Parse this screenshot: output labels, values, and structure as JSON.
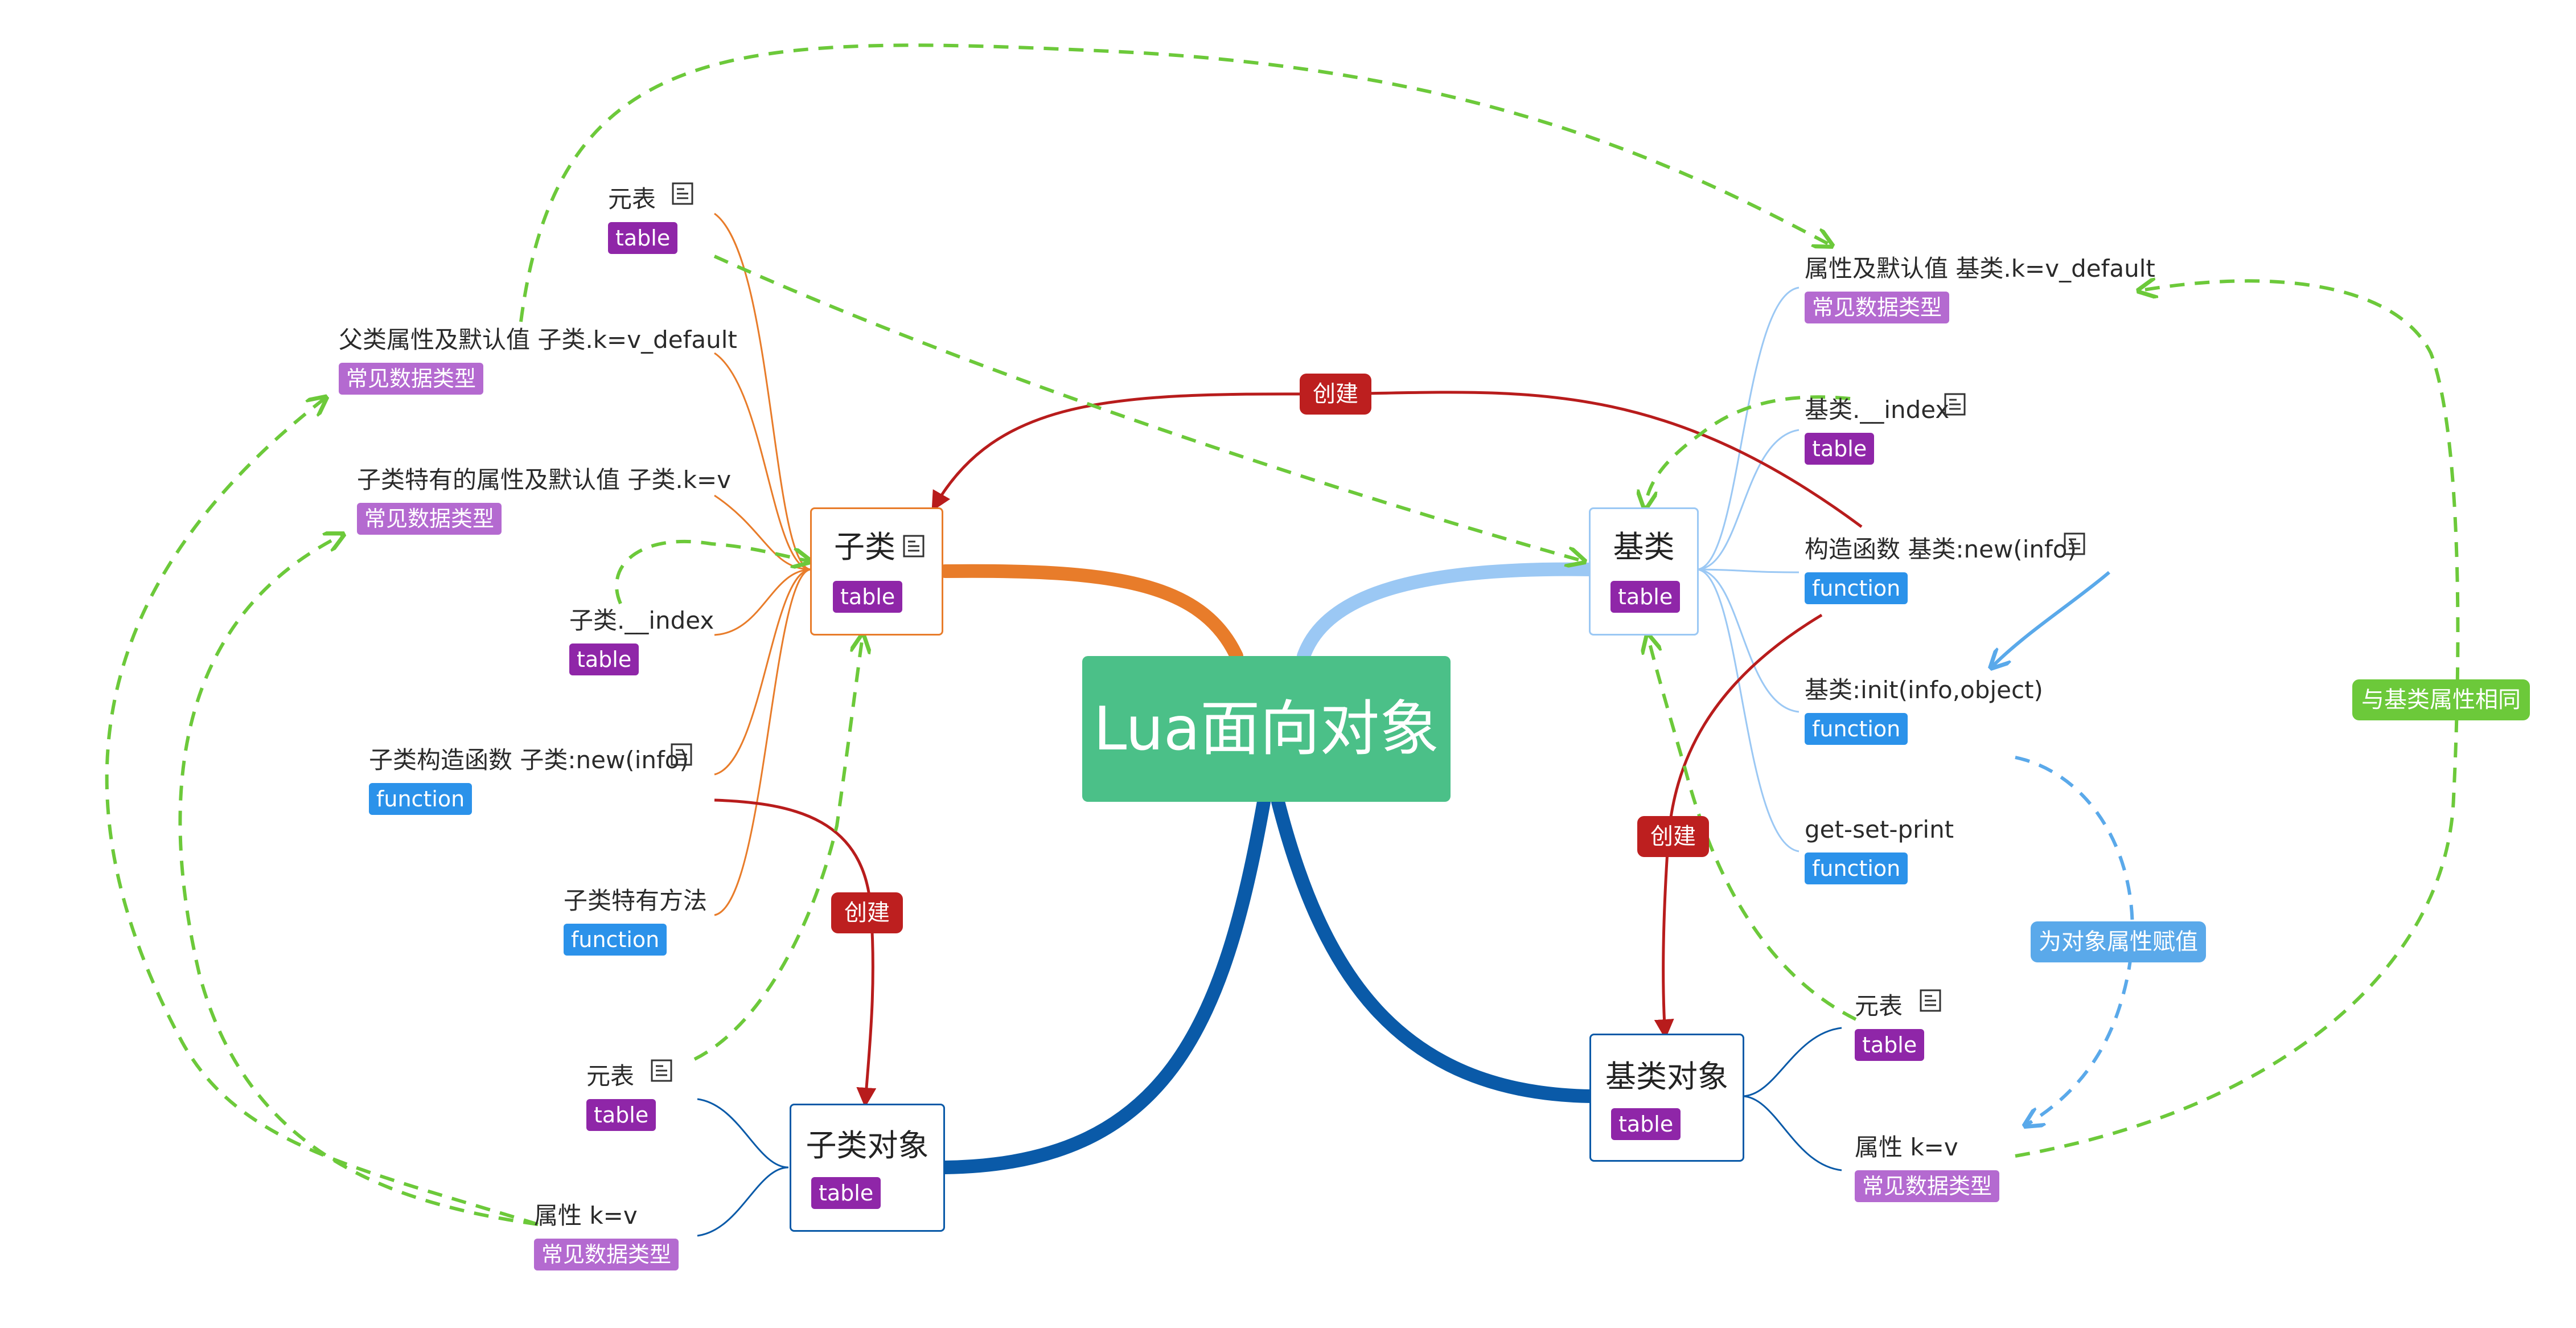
{
  "root": {
    "title": "Lua面向对象"
  },
  "types": {
    "table": "table",
    "function": "function",
    "common": "常见数据类型"
  },
  "icons": {
    "note": "note-icon"
  },
  "colors": {
    "root": "#4bc088",
    "orange": "#e87c2a",
    "light_blue": "#9bc8f4",
    "dark_blue": "#0a5aa8",
    "red": "#b81c1c",
    "green_dash": "#6cc93a",
    "blue_dash": "#5aa9ea",
    "tag_table": "#8f26a8",
    "tag_function": "#2b92ea",
    "tag_common": "#b46ad0"
  },
  "nodes": {
    "subclass": {
      "title": "子类",
      "tag": "table"
    },
    "baseclass": {
      "title": "基类",
      "tag": "table"
    },
    "subclass_object": {
      "title": "子类对象",
      "tag": "table"
    },
    "base_object": {
      "title": "基类对象",
      "tag": "table"
    }
  },
  "subclass_children": [
    {
      "label": "元表",
      "tag": "table"
    },
    {
      "label": "父类属性及默认值 子类.k=v_default",
      "tag": "常见数据类型"
    },
    {
      "label": "子类特有的属性及默认值 子类.k=v",
      "tag": "常见数据类型"
    },
    {
      "label": "子类.__index",
      "tag": "table"
    },
    {
      "label": "子类构造函数 子类:new(info)",
      "tag": "function"
    },
    {
      "label": "子类特有方法",
      "tag": "function"
    }
  ],
  "subclass_object_children": [
    {
      "label": "元表",
      "tag": "table"
    },
    {
      "label": "属性 k=v",
      "tag": "常见数据类型"
    }
  ],
  "baseclass_children": [
    {
      "label": "属性及默认值 基类.k=v_default",
      "tag": "常见数据类型"
    },
    {
      "label": "基类.__index",
      "tag": "table"
    },
    {
      "label": "构造函数 基类:new(info)",
      "tag": "function"
    },
    {
      "label": "基类:init(info,object)",
      "tag": "function"
    },
    {
      "label": "get-set-print",
      "tag": "function"
    }
  ],
  "base_object_children": [
    {
      "label": "元表",
      "tag": "table"
    },
    {
      "label": "属性 k=v",
      "tag": "常见数据类型"
    }
  ],
  "relations": {
    "create_1": "创建",
    "create_2": "创建",
    "create_3": "创建",
    "assign": "为对象属性赋值",
    "same_as_base": "与基类属性相同"
  }
}
